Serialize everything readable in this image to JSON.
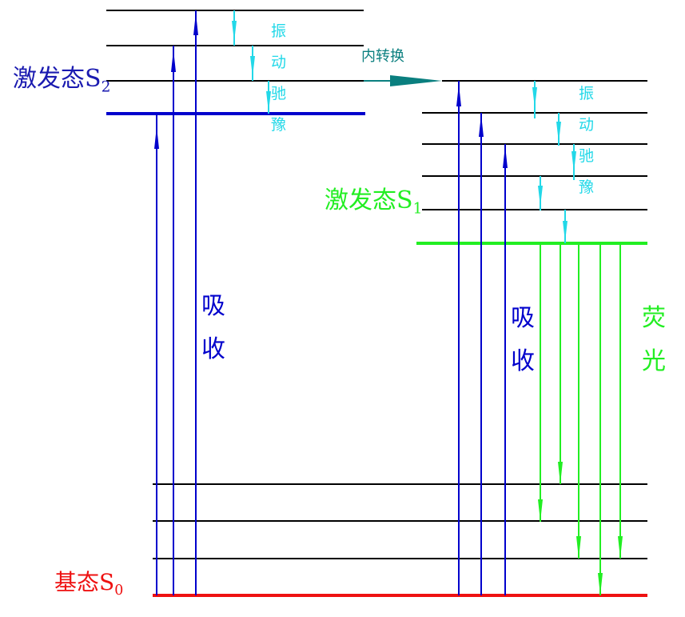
{
  "colors": {
    "s2": "#0000cc",
    "s1": "#22ee22",
    "s0": "#ee1111",
    "relax": "#22d8e8",
    "ic": "#0a7f7f",
    "absorb": "#0000cc",
    "fluor": "#22ee22"
  },
  "labels": {
    "s2": {
      "text": "激发态S",
      "sub": "2"
    },
    "s1": {
      "text": "激发态S",
      "sub": "1"
    },
    "s0": {
      "text": "基态S",
      "sub": "0"
    },
    "internal_conversion": "内转换",
    "relax_left": [
      "振",
      "动",
      "驰",
      "豫"
    ],
    "relax_right": [
      "振",
      "动",
      "驰",
      "豫"
    ],
    "absorb_left": [
      "吸",
      "收"
    ],
    "absorb_right": [
      "吸",
      "收"
    ],
    "fluorescence": [
      "荧",
      "光"
    ]
  }
}
